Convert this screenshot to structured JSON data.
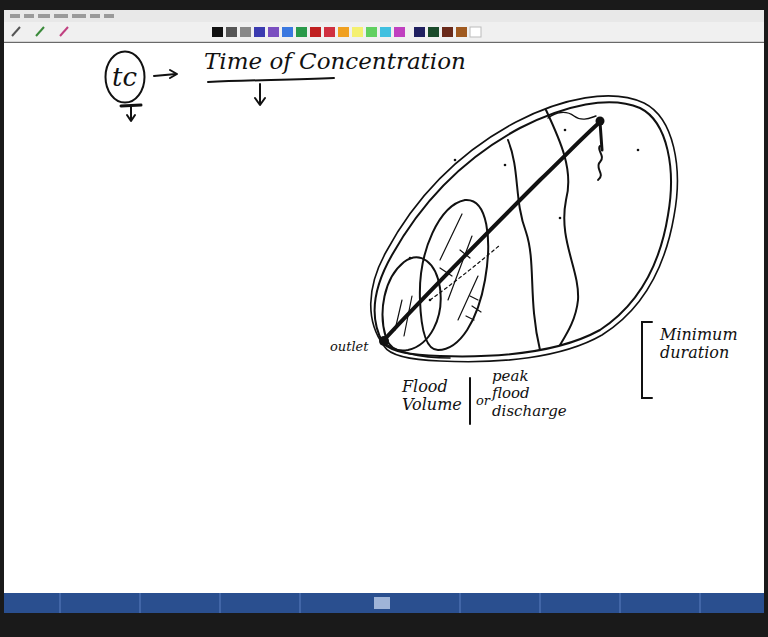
{
  "diagram": {
    "nodes": [
      {
        "text": [
          "tc"
        ]
      }
    ],
    "labels": [
      "Time of Concentration",
      "outlet",
      "Flood Volume",
      "or",
      "peak flood discharge",
      "Minimum duration"
    ]
  }
}
